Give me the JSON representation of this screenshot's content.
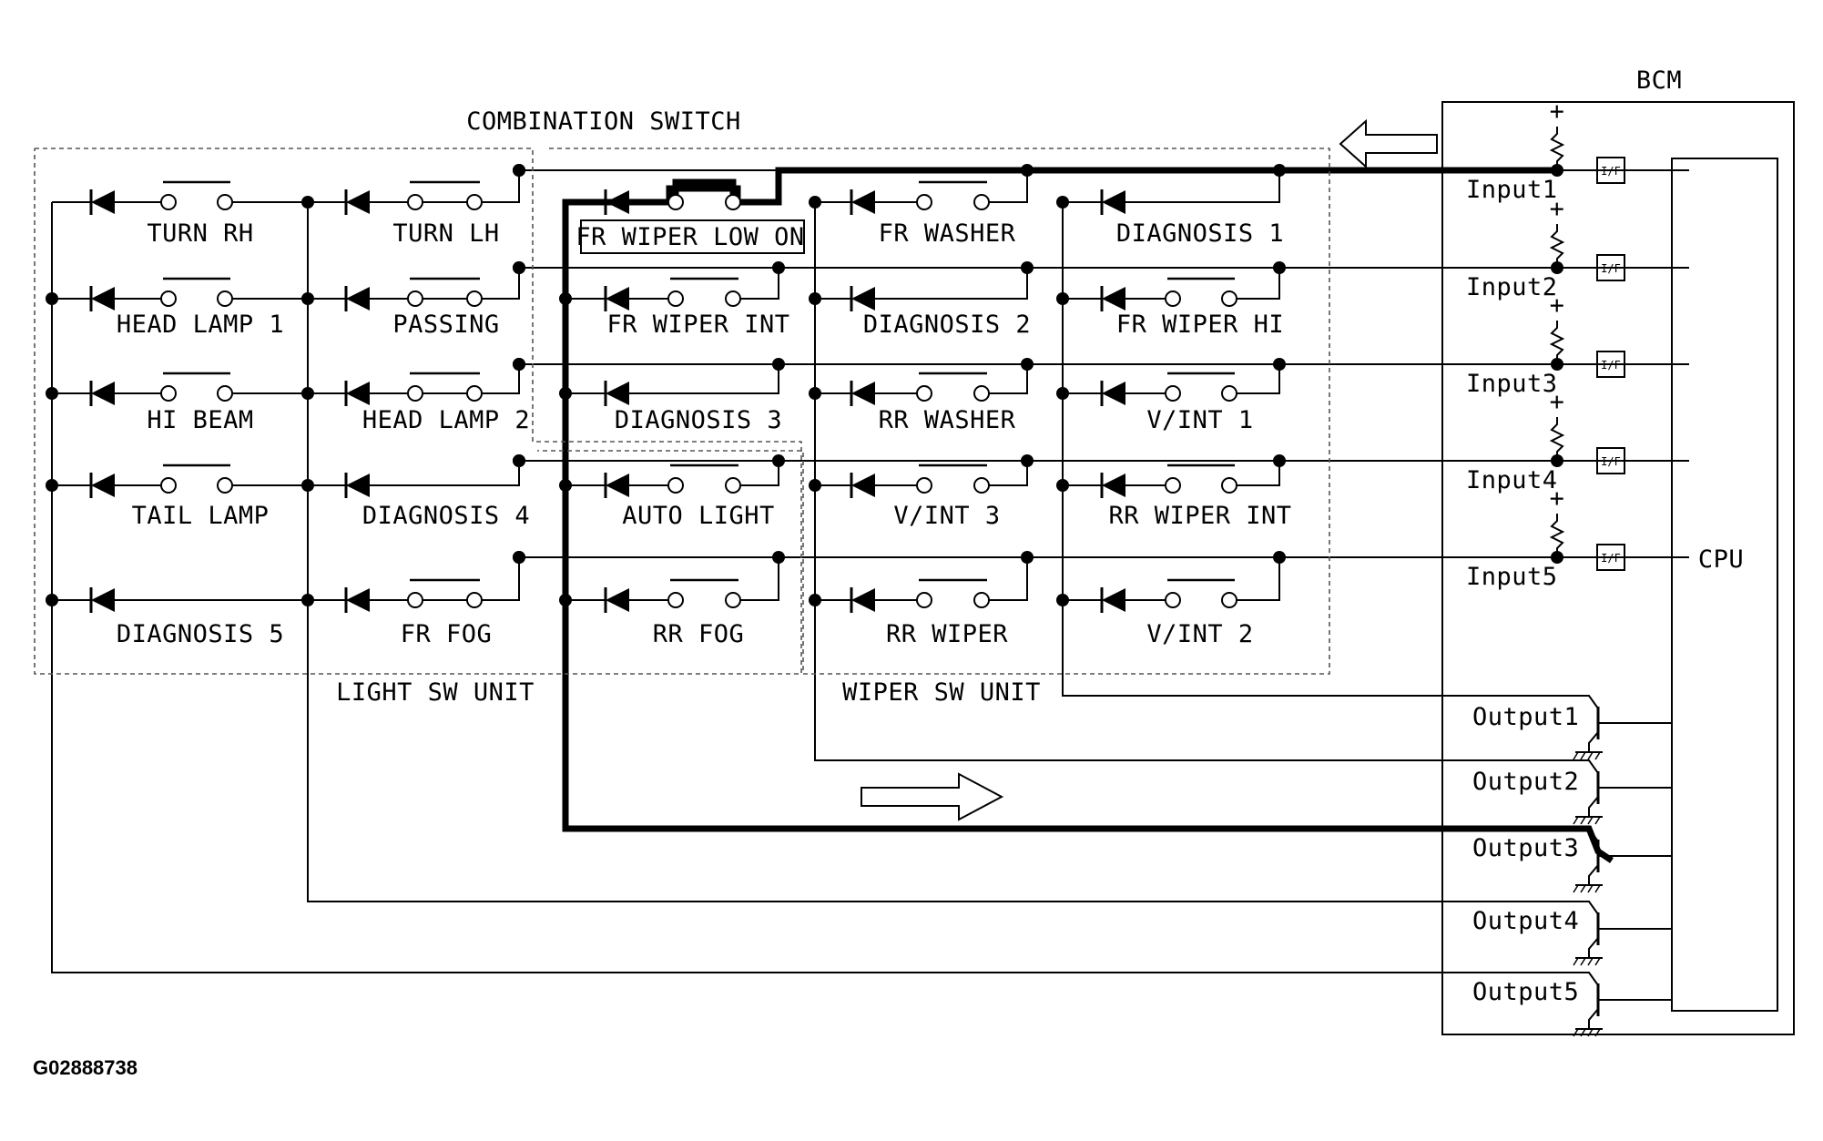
{
  "title": "COMBINATION SWITCH",
  "figure_id": "G02888738",
  "units": {
    "light_sw_unit": "LIGHT SW UNIT",
    "wiper_sw_unit": "WIPER SW UNIT"
  },
  "bcm": {
    "label": "BCM",
    "cpu_label": "CPU",
    "if_label": "I/F",
    "inputs": [
      "Input1",
      "Input2",
      "Input3",
      "Input4",
      "Input5"
    ],
    "outputs": [
      "Output1",
      "Output2",
      "Output3",
      "Output4",
      "Output5"
    ]
  },
  "active_state_label": "FR WIPER LOW ON",
  "switches": {
    "col1": [
      "TURN RH",
      "HEAD LAMP 1",
      "HI BEAM",
      "TAIL LAMP",
      "DIAGNOSIS 5"
    ],
    "col2": [
      "TURN LH",
      "PASSING",
      "HEAD LAMP 2",
      "DIAGNOSIS 4",
      "FR FOG"
    ],
    "col3": [
      "FR WIPER INT",
      "DIAGNOSIS 3",
      "AUTO LIGHT",
      "RR FOG"
    ],
    "col4": [
      "FR WASHER",
      "DIAGNOSIS 2",
      "RR WASHER",
      "V/INT 3",
      "RR WIPER"
    ],
    "col5": [
      "DIAGNOSIS 1",
      "FR WIPER HI",
      "V/INT 1",
      "RR WIPER INT",
      "V/INT 2"
    ]
  },
  "colors": {
    "line": "#000000",
    "background": "#ffffff",
    "boundary": "#555555"
  }
}
